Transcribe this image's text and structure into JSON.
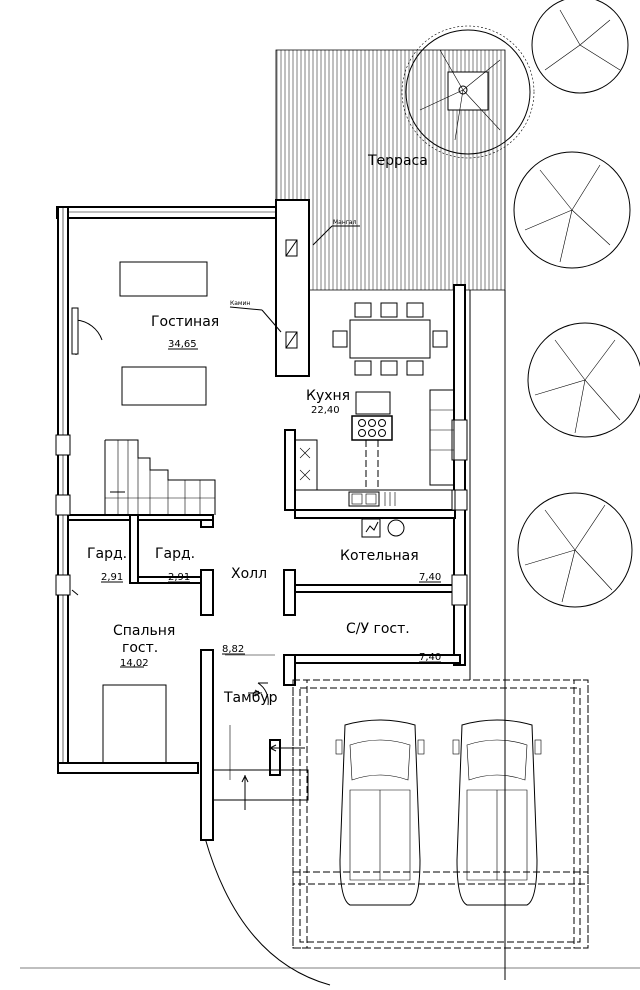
{
  "rooms": {
    "terrace": {
      "name": "Терраса"
    },
    "living": {
      "name": "Гостиная",
      "area": "34,65"
    },
    "kitchen": {
      "name": "Кухня",
      "area": "22,40"
    },
    "ward1": {
      "name": "Гард.",
      "area": "2,91"
    },
    "ward2": {
      "name": "Гард.",
      "area": "2,91"
    },
    "hall": {
      "name": "Холл",
      "area": "8,82"
    },
    "boiler": {
      "name": "Котельная",
      "area": "7,40"
    },
    "wc": {
      "name": "С/У гост.",
      "area": "7,40"
    },
    "bedroom": {
      "name1": "Спальня",
      "name2": "гост.",
      "area": "14,02"
    },
    "vestibule": {
      "name": "Тамбур"
    }
  },
  "callouts": {
    "mangal": "Мангал",
    "kamin": "Камин"
  }
}
